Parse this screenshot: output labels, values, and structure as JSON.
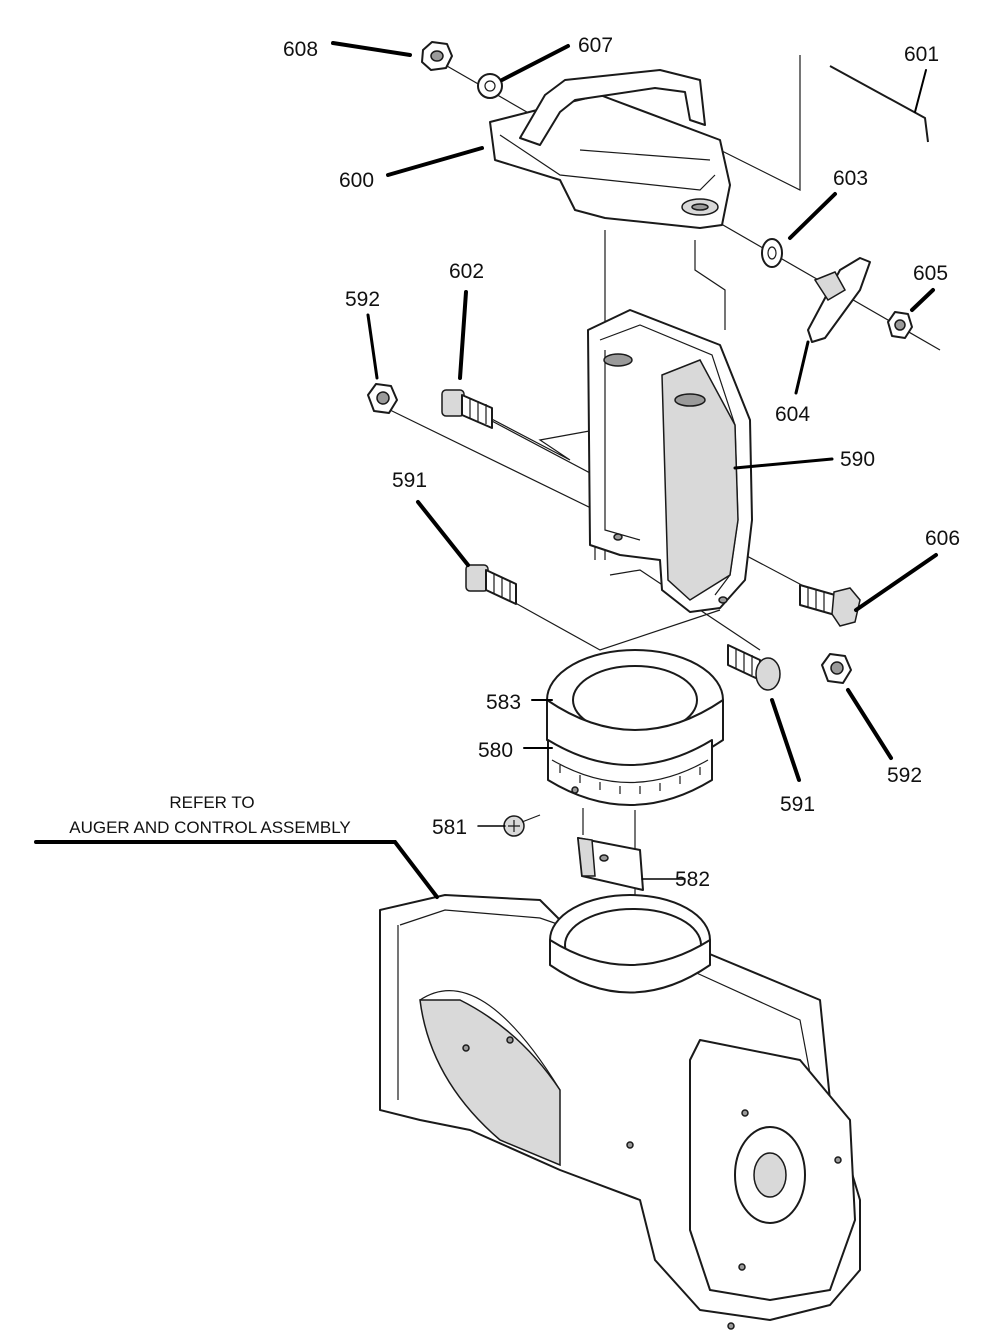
{
  "callouts": [
    {
      "id": "608",
      "text": "608"
    },
    {
      "id": "607",
      "text": "607"
    },
    {
      "id": "601",
      "text": "601"
    },
    {
      "id": "600",
      "text": "600"
    },
    {
      "id": "603",
      "text": "603"
    },
    {
      "id": "602",
      "text": "602"
    },
    {
      "id": "592a",
      "text": "592"
    },
    {
      "id": "605",
      "text": "605"
    },
    {
      "id": "604",
      "text": "604"
    },
    {
      "id": "590",
      "text": "590"
    },
    {
      "id": "591a",
      "text": "591"
    },
    {
      "id": "606",
      "text": "606"
    },
    {
      "id": "583",
      "text": "583"
    },
    {
      "id": "580",
      "text": "580"
    },
    {
      "id": "591b",
      "text": "591"
    },
    {
      "id": "592b",
      "text": "592"
    },
    {
      "id": "581",
      "text": "581"
    },
    {
      "id": "582",
      "text": "582"
    }
  ],
  "note": {
    "line1": "REFER TO",
    "line2": "AUGER AND CONTROL ASSEMBLY"
  }
}
